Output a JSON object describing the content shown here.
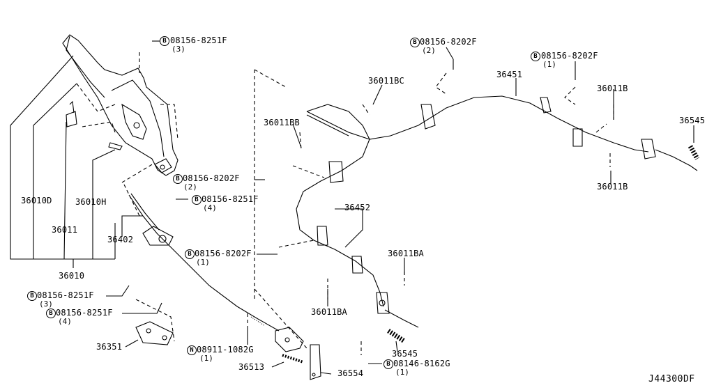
{
  "drawing_code": "J44300DF",
  "bolt_marker": "B",
  "nut_marker": "N",
  "parts": {
    "p36010D": "36010D",
    "p36010H": "36010H",
    "p36011": "36011",
    "p36010": "36010",
    "p36402": "36402",
    "p36351": "36351",
    "p36513": "36513",
    "p36554": "36554",
    "p36545_low": "36545",
    "p36545_right": "36545",
    "p36451": "36451",
    "p36452": "36452",
    "p36011BC": "36011BC",
    "p36011BB": "36011BB",
    "p36011B_top": "36011B",
    "p36011B_bot": "36011B",
    "p36011BA_right": "36011BA",
    "p36011BA_left": "36011BA"
  },
  "fasteners": {
    "f1": {
      "code": "08156-8251F",
      "qty": "(3)"
    },
    "f2": {
      "code": "08156-8202F",
      "qty": "(2)"
    },
    "f3": {
      "code": "08156-8202F",
      "qty": "(1)"
    },
    "f4": {
      "code": "08156-8202F",
      "qty": "(2)"
    },
    "f5": {
      "code": "08156-8251F",
      "qty": "(4)"
    },
    "f6": {
      "code": "08156-8202F",
      "qty": "(1)"
    },
    "f7": {
      "code": "08156-8251F",
      "qty": "(3)"
    },
    "f8": {
      "code": "08156-8251F",
      "qty": "(4)"
    },
    "f9": {
      "code": "08911-1082G",
      "qty": "(1)"
    },
    "f10": {
      "code": "08146-8162G",
      "qty": "(1)"
    }
  }
}
